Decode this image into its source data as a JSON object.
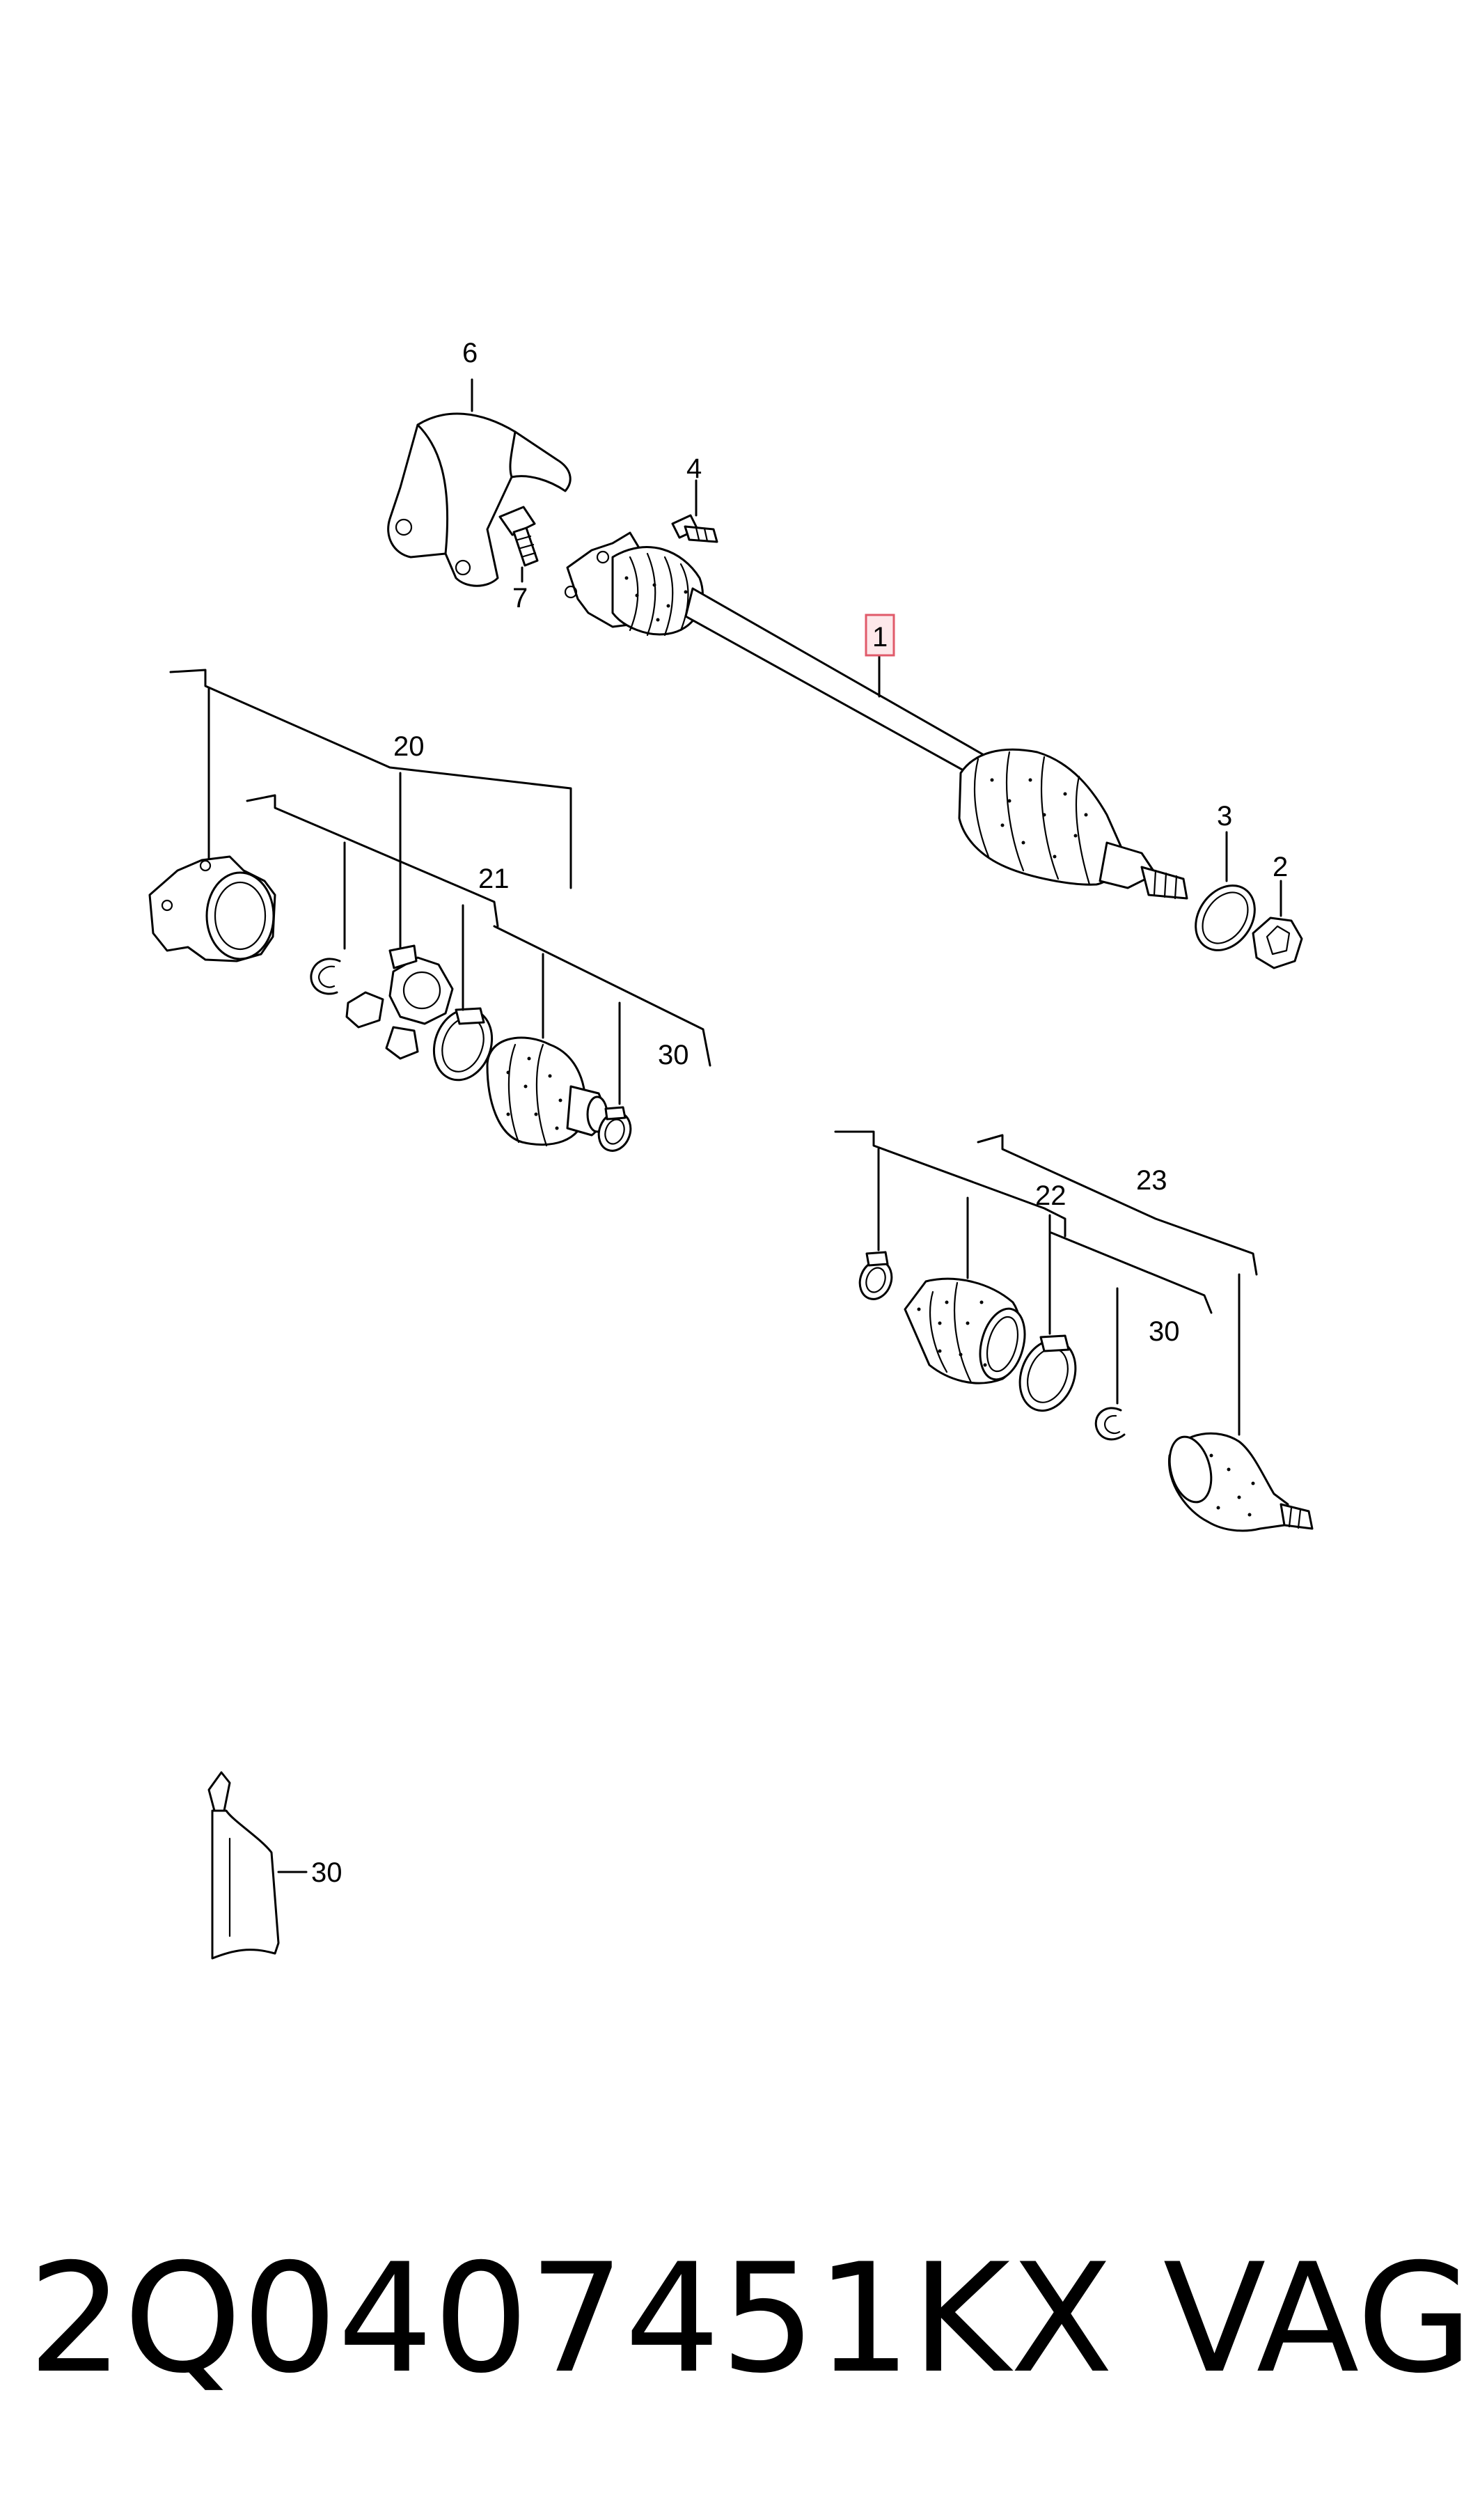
{
  "callouts": {
    "c1": "1",
    "c2": "2",
    "c3": "3",
    "c4": "4",
    "c6": "6",
    "c7": "7",
    "c20": "20",
    "c21": "21",
    "c30a": "30",
    "c22": "22",
    "c23": "23",
    "c30b": "30",
    "c30c": "30"
  },
  "highlight_color": "#e05a6a",
  "footer": {
    "part_number": "2Q0407451KX",
    "brand": "VAG"
  }
}
